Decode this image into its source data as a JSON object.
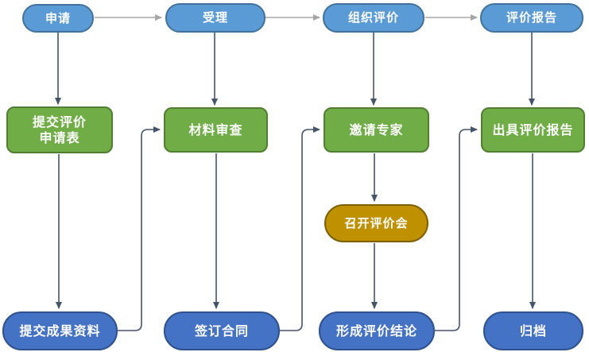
{
  "diagram": {
    "type": "flowchart",
    "colors": {
      "stage_fill": "#5B9BD5",
      "stage_border": "#41719C",
      "process_fill": "#70AD47",
      "process_border": "#507E32",
      "meeting_fill": "#BF9000",
      "meeting_border": "#7F6000",
      "result_fill": "#4472C4",
      "result_border": "#2F528F",
      "arrow_dark": "#44546A",
      "arrow_gray": "#A6A6A6",
      "text_color": "#FFFFFF"
    },
    "nodes": {
      "stage1": {
        "label": "申请"
      },
      "stage2": {
        "label": "受理"
      },
      "stage3": {
        "label": "组织评价"
      },
      "stage4": {
        "label": "评价报告"
      },
      "process1": {
        "line1": "提交评价",
        "line2": "申请表"
      },
      "process2": {
        "label": "材料审查"
      },
      "process3": {
        "label": "邀请专家"
      },
      "process4": {
        "label": "出具评价报告"
      },
      "meeting1": {
        "label": "召开评价会"
      },
      "result1": {
        "label": "提交成果资料"
      },
      "result2": {
        "label": "签订合同"
      },
      "result3": {
        "label": "形成评价结论"
      },
      "result4": {
        "label": "归档"
      }
    },
    "edges": [
      {
        "from": "申请",
        "to": "受理"
      },
      {
        "from": "受理",
        "to": "组织评价"
      },
      {
        "from": "组织评价",
        "to": "评价报告"
      },
      {
        "from": "申请",
        "to": "提交评价申请表"
      },
      {
        "from": "受理",
        "to": "材料审查"
      },
      {
        "from": "组织评价",
        "to": "邀请专家"
      },
      {
        "from": "评价报告",
        "to": "出具评价报告"
      },
      {
        "from": "提交评价申请表",
        "to": "提交成果资料"
      },
      {
        "from": "材料审查",
        "to": "签订合同"
      },
      {
        "from": "邀请专家",
        "to": "召开评价会"
      },
      {
        "from": "召开评价会",
        "to": "形成评价结论"
      },
      {
        "from": "出具评价报告",
        "to": "归档"
      },
      {
        "from": "提交成果资料",
        "to": "材料审查"
      },
      {
        "from": "签订合同",
        "to": "邀请专家"
      },
      {
        "from": "形成评价结论",
        "to": "出具评价报告"
      }
    ]
  }
}
